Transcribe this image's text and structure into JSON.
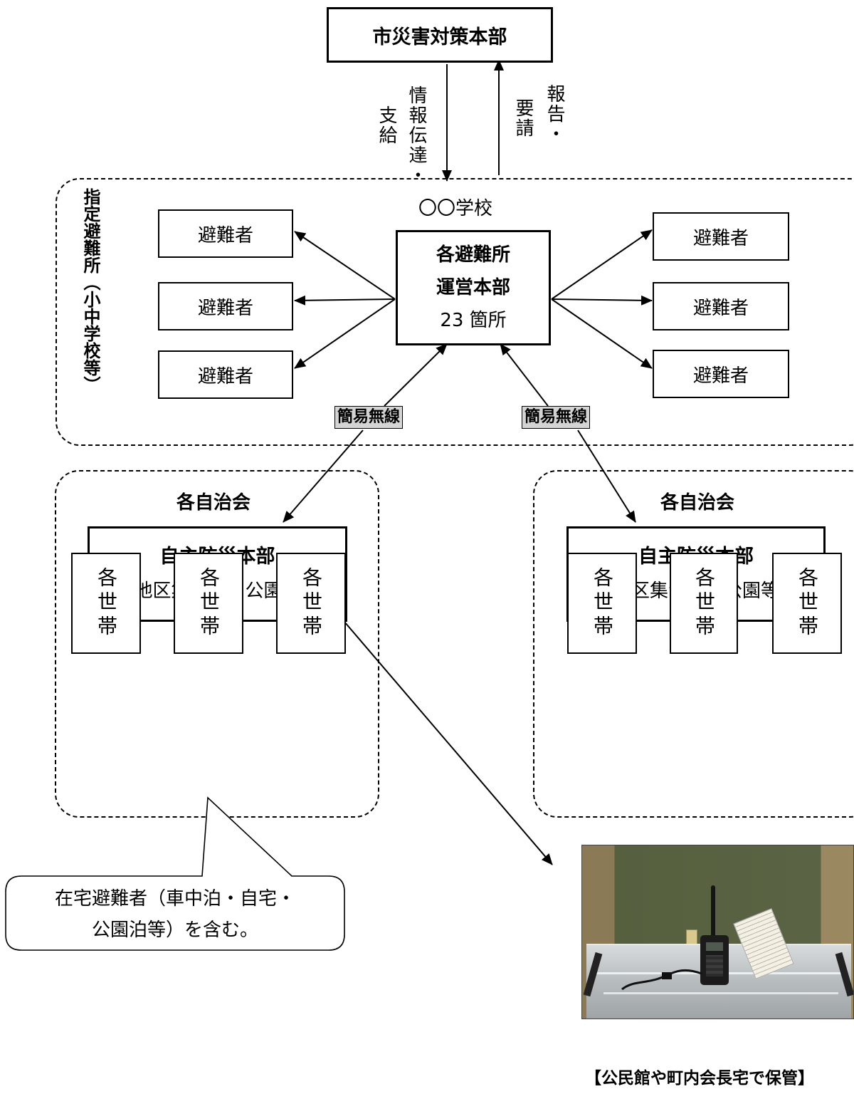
{
  "hq": {
    "title": "市災害対策本部"
  },
  "hq_links": {
    "down_label": [
      "情報伝達・",
      "支給"
    ],
    "up_label": [
      "報告・",
      "要請"
    ]
  },
  "shelter_area": {
    "side_label": "指定避難所（小中学校等）",
    "school_label": "〇〇学校",
    "center_lines": [
      "各避難所",
      "運営本部",
      "23 箇所"
    ],
    "evacuee_label": "避難者"
  },
  "radio_label": "簡易無線",
  "association": {
    "title": "各自治会",
    "hq_title": "自主防災本部",
    "hq_sub": "(地区集会所・公園等)",
    "household_label": "各世帯"
  },
  "callout": {
    "lines": [
      "在宅避難者（車中泊・自宅・",
      "公園泊等）を含む。"
    ]
  },
  "photo": {
    "caption": "【公民館や町内会長宅で保管】"
  }
}
